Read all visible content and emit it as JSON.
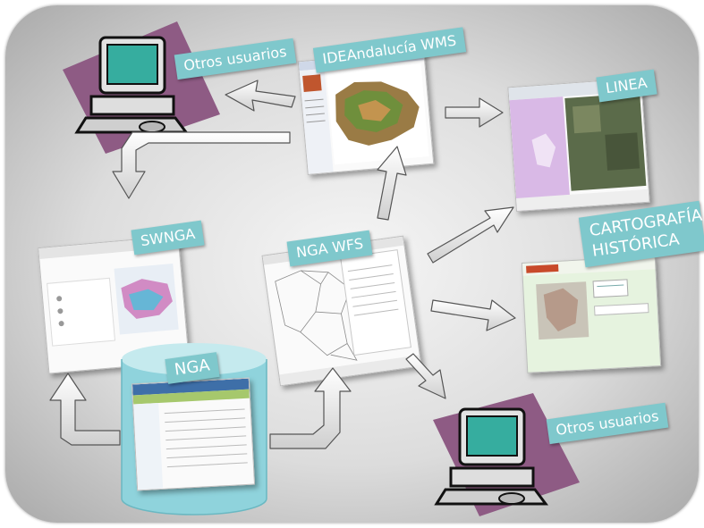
{
  "nodes": {
    "ide_andalucia": "IDEAndalucía WMS",
    "linea": "LINEA",
    "otros_top": "Otros usuarios",
    "swnga": "SWNGA",
    "nga_wfs": "NGA WFS",
    "cartografia": "CARTOGRAFÍA HISTÓRICA",
    "nga": "NGA",
    "otros_bottom": "Otros usuarios"
  },
  "colors": {
    "label_bg": "#7fc8cc",
    "database": "#8fd3dc",
    "monitor_bg": "#8e5b84",
    "arrow_fill": "#e6e6e6"
  }
}
